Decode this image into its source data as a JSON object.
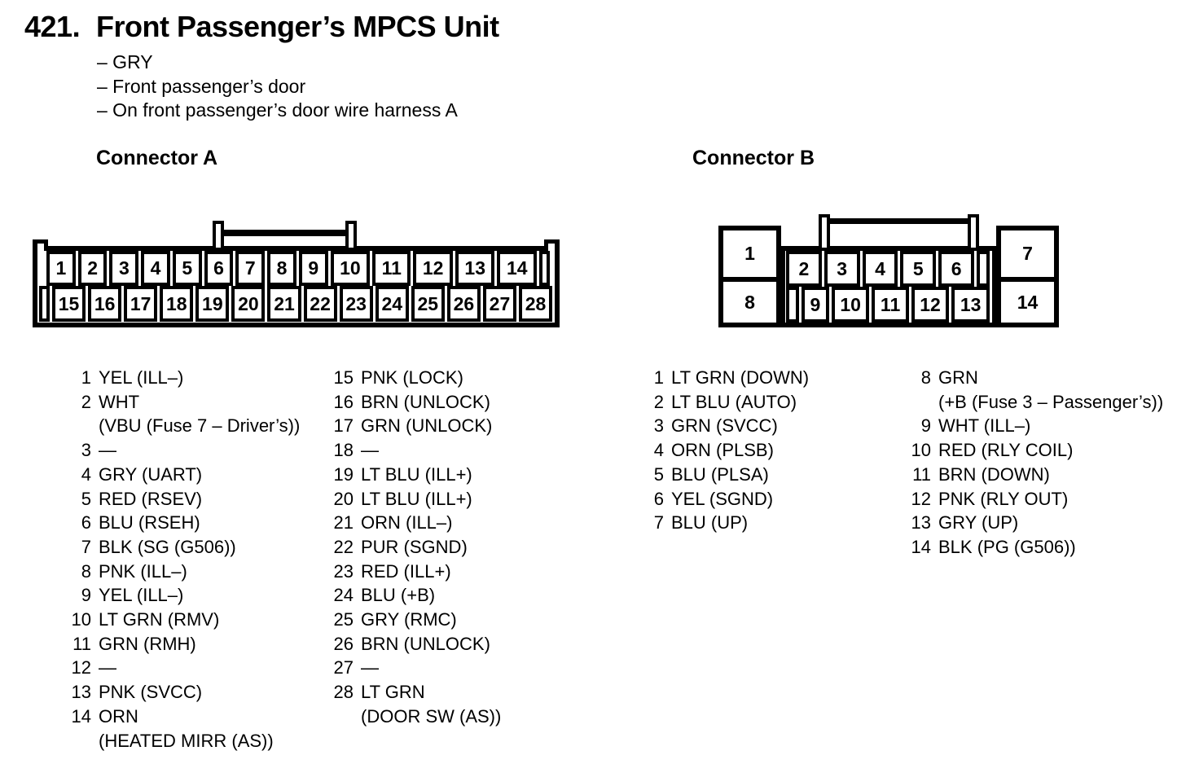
{
  "colors": {
    "ink": "#000000",
    "paper": "#ffffff"
  },
  "page": {
    "number": "421.",
    "title": "Front Passenger’s MPCS Unit",
    "notes": [
      "– GRY",
      "– Front passenger’s door",
      "– On front passenger’s door wire harness A"
    ]
  },
  "connector_a": {
    "heading": "Connector A",
    "cells_top": [
      "1",
      "2",
      "3",
      "4",
      "5",
      "6",
      "7",
      "8",
      "9",
      "10",
      "11",
      "12",
      "13",
      "14",
      ""
    ],
    "cells_bottom": [
      "",
      "15",
      "16",
      "17",
      "18",
      "19",
      "20",
      "21",
      "22",
      "23",
      "24",
      "25",
      "26",
      "27",
      "28"
    ],
    "pins_col1": [
      {
        "n": "1",
        "t": "YEL (ILL–)"
      },
      {
        "n": "2",
        "t": "WHT",
        "t2": "(VBU (Fuse 7 – Driver’s))"
      },
      {
        "n": "3",
        "t": "—"
      },
      {
        "n": "4",
        "t": "GRY (UART)"
      },
      {
        "n": "5",
        "t": "RED (RSEV)"
      },
      {
        "n": "6",
        "t": "BLU (RSEH)"
      },
      {
        "n": "7",
        "t": "BLK (SG (G506))"
      },
      {
        "n": "8",
        "t": "PNK (ILL–)"
      },
      {
        "n": "9",
        "t": "YEL (ILL–)"
      },
      {
        "n": "10",
        "t": "LT GRN (RMV)"
      },
      {
        "n": "11",
        "t": "GRN (RMH)"
      },
      {
        "n": "12",
        "t": "—"
      },
      {
        "n": "13",
        "t": "PNK (SVCC)"
      },
      {
        "n": "14",
        "t": "ORN",
        "t2": "(HEATED MIRR (AS))"
      }
    ],
    "pins_col2": [
      {
        "n": "15",
        "t": "PNK (LOCK)"
      },
      {
        "n": "16",
        "t": "BRN (UNLOCK)"
      },
      {
        "n": "17",
        "t": "GRN (UNLOCK)"
      },
      {
        "n": "18",
        "t": "—"
      },
      {
        "n": "19",
        "t": "LT BLU (ILL+)"
      },
      {
        "n": "20",
        "t": "LT BLU (ILL+)"
      },
      {
        "n": "21",
        "t": "ORN (ILL–)"
      },
      {
        "n": "22",
        "t": "PUR (SGND)"
      },
      {
        "n": "23",
        "t": "RED (ILL+)"
      },
      {
        "n": "24",
        "t": "BLU (+B)"
      },
      {
        "n": "25",
        "t": "GRY (RMC)"
      },
      {
        "n": "26",
        "t": "BRN (UNLOCK)"
      },
      {
        "n": "27",
        "t": "—"
      },
      {
        "n": "28",
        "t": "LT GRN",
        "t2": "(DOOR SW (AS))"
      }
    ]
  },
  "connector_b": {
    "heading": "Connector B",
    "cell_1": "1",
    "cell_7": "7",
    "cell_8": "8",
    "cell_14": "14",
    "cells_mid_top": [
      "2",
      "3",
      "4",
      "5",
      "6",
      ""
    ],
    "cells_mid_bottom": [
      "",
      "9",
      "10",
      "11",
      "12",
      "13"
    ],
    "pins_col1": [
      {
        "n": "1",
        "t": "LT GRN (DOWN)"
      },
      {
        "n": "2",
        "t": "LT BLU (AUTO)"
      },
      {
        "n": "3",
        "t": "GRN (SVCC)"
      },
      {
        "n": "4",
        "t": "ORN (PLSB)"
      },
      {
        "n": "5",
        "t": "BLU (PLSA)"
      },
      {
        "n": "6",
        "t": "YEL (SGND)"
      },
      {
        "n": "7",
        "t": "BLU (UP)"
      }
    ],
    "pins_col2": [
      {
        "n": "8",
        "t": "GRN",
        "t2": "(+B (Fuse 3 – Passenger’s))"
      },
      {
        "n": "9",
        "t": "WHT (ILL–)"
      },
      {
        "n": "10",
        "t": "RED (RLY COIL)"
      },
      {
        "n": "11",
        "t": "BRN (DOWN)"
      },
      {
        "n": "12",
        "t": "PNK (RLY OUT)"
      },
      {
        "n": "13",
        "t": "GRY (UP)"
      },
      {
        "n": "14",
        "t": "BLK (PG (G506))"
      }
    ]
  }
}
